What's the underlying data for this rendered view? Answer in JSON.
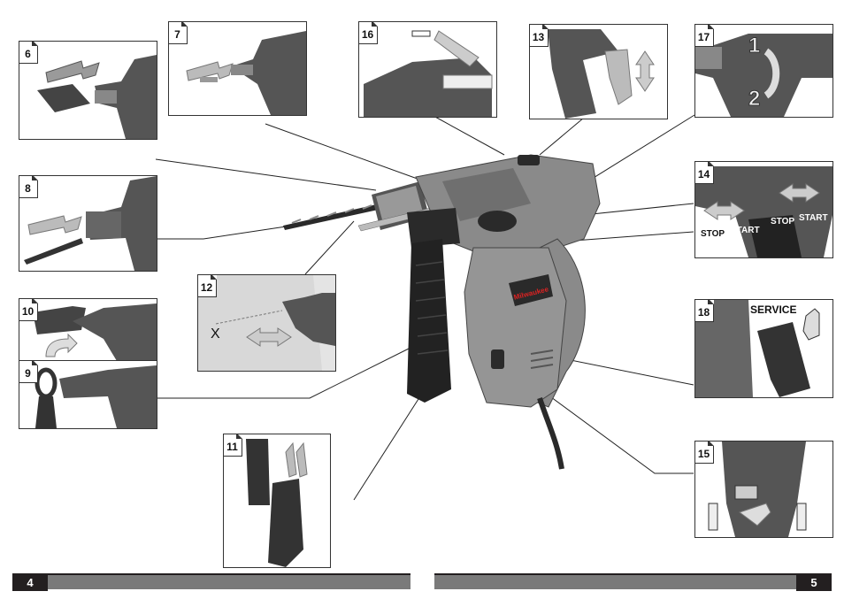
{
  "figures": [
    {
      "id": "fig-6",
      "number": "6"
    },
    {
      "id": "fig-7",
      "number": "7"
    },
    {
      "id": "fig-16",
      "number": "16"
    },
    {
      "id": "fig-13",
      "number": "13"
    },
    {
      "id": "fig-17",
      "number": "17",
      "step_labels": [
        "1",
        "2"
      ]
    },
    {
      "id": "fig-8",
      "number": "8"
    },
    {
      "id": "fig-14",
      "number": "14",
      "labels": [
        "STOP",
        "START",
        "STOP",
        "START"
      ]
    },
    {
      "id": "fig-12",
      "number": "12",
      "depth_label": "X"
    },
    {
      "id": "fig-10",
      "number": "10"
    },
    {
      "id": "fig-9",
      "number": "9"
    },
    {
      "id": "fig-18",
      "number": "18",
      "service_label": "SERVICE"
    },
    {
      "id": "fig-11",
      "number": "11"
    },
    {
      "id": "fig-15",
      "number": "15"
    }
  ],
  "brand": "Milwaukee",
  "footer": {
    "left_page": "4",
    "right_page": "5"
  },
  "colors": {
    "housing": "#8a8a8a",
    "dark": "#2a2a2a",
    "frame": "#333333",
    "footer": "#231f20"
  }
}
